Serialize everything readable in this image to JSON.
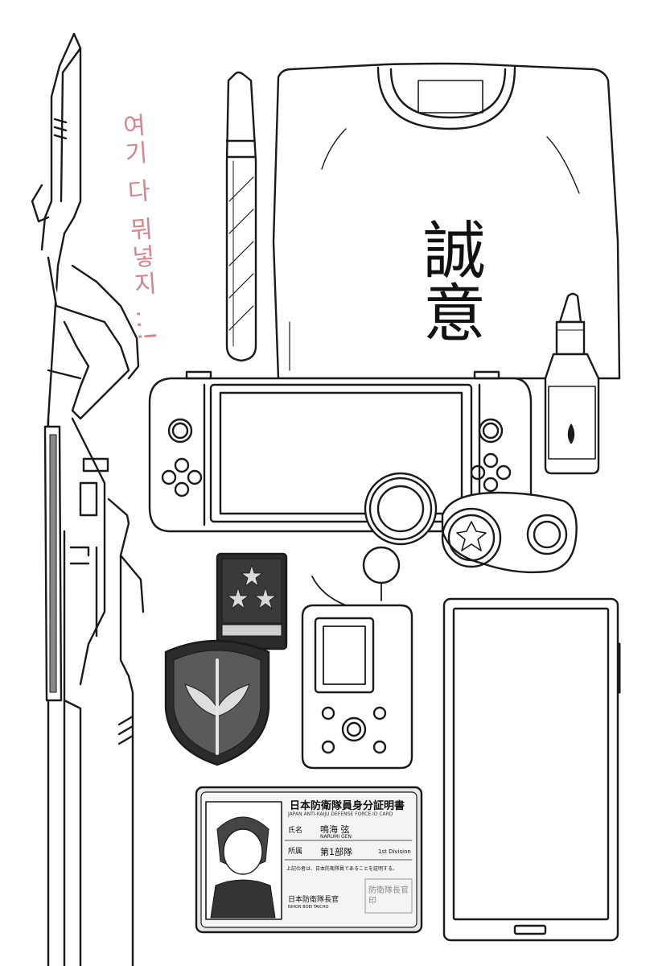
{
  "side_note": "여기 다 뭐넣지 ..!",
  "shirt_text": "誠意",
  "id_card": {
    "title": "日本防衛隊員身分証明書",
    "subtitle": "JAPAN ANTI-KAIJU DEFENSE FORCE ID CARD",
    "name_label": "氏名",
    "name_value": "鳴海 弦",
    "name_romaji": "NARUMI GEN",
    "affiliation_label": "所属",
    "affiliation_value": "第1部隊",
    "affiliation_english": "1st Division",
    "certify_text": "上記の者は、日本防衛隊員であることを証明する。",
    "issuer": "日本防衛隊長官",
    "issuer_romaji": "NIHON BOEI TAICHO",
    "seal": "防衛隊長官印"
  },
  "icons": [
    "sword-icon",
    "pen-icon",
    "shirt-icon",
    "handheld-console-icon",
    "eye-drop-bottle-icon",
    "contact-lens-case-icon",
    "rank-patch-icon",
    "shield-emblem-icon",
    "tamagotchi-device-icon",
    "smartphone-icon",
    "id-card-icon"
  ]
}
